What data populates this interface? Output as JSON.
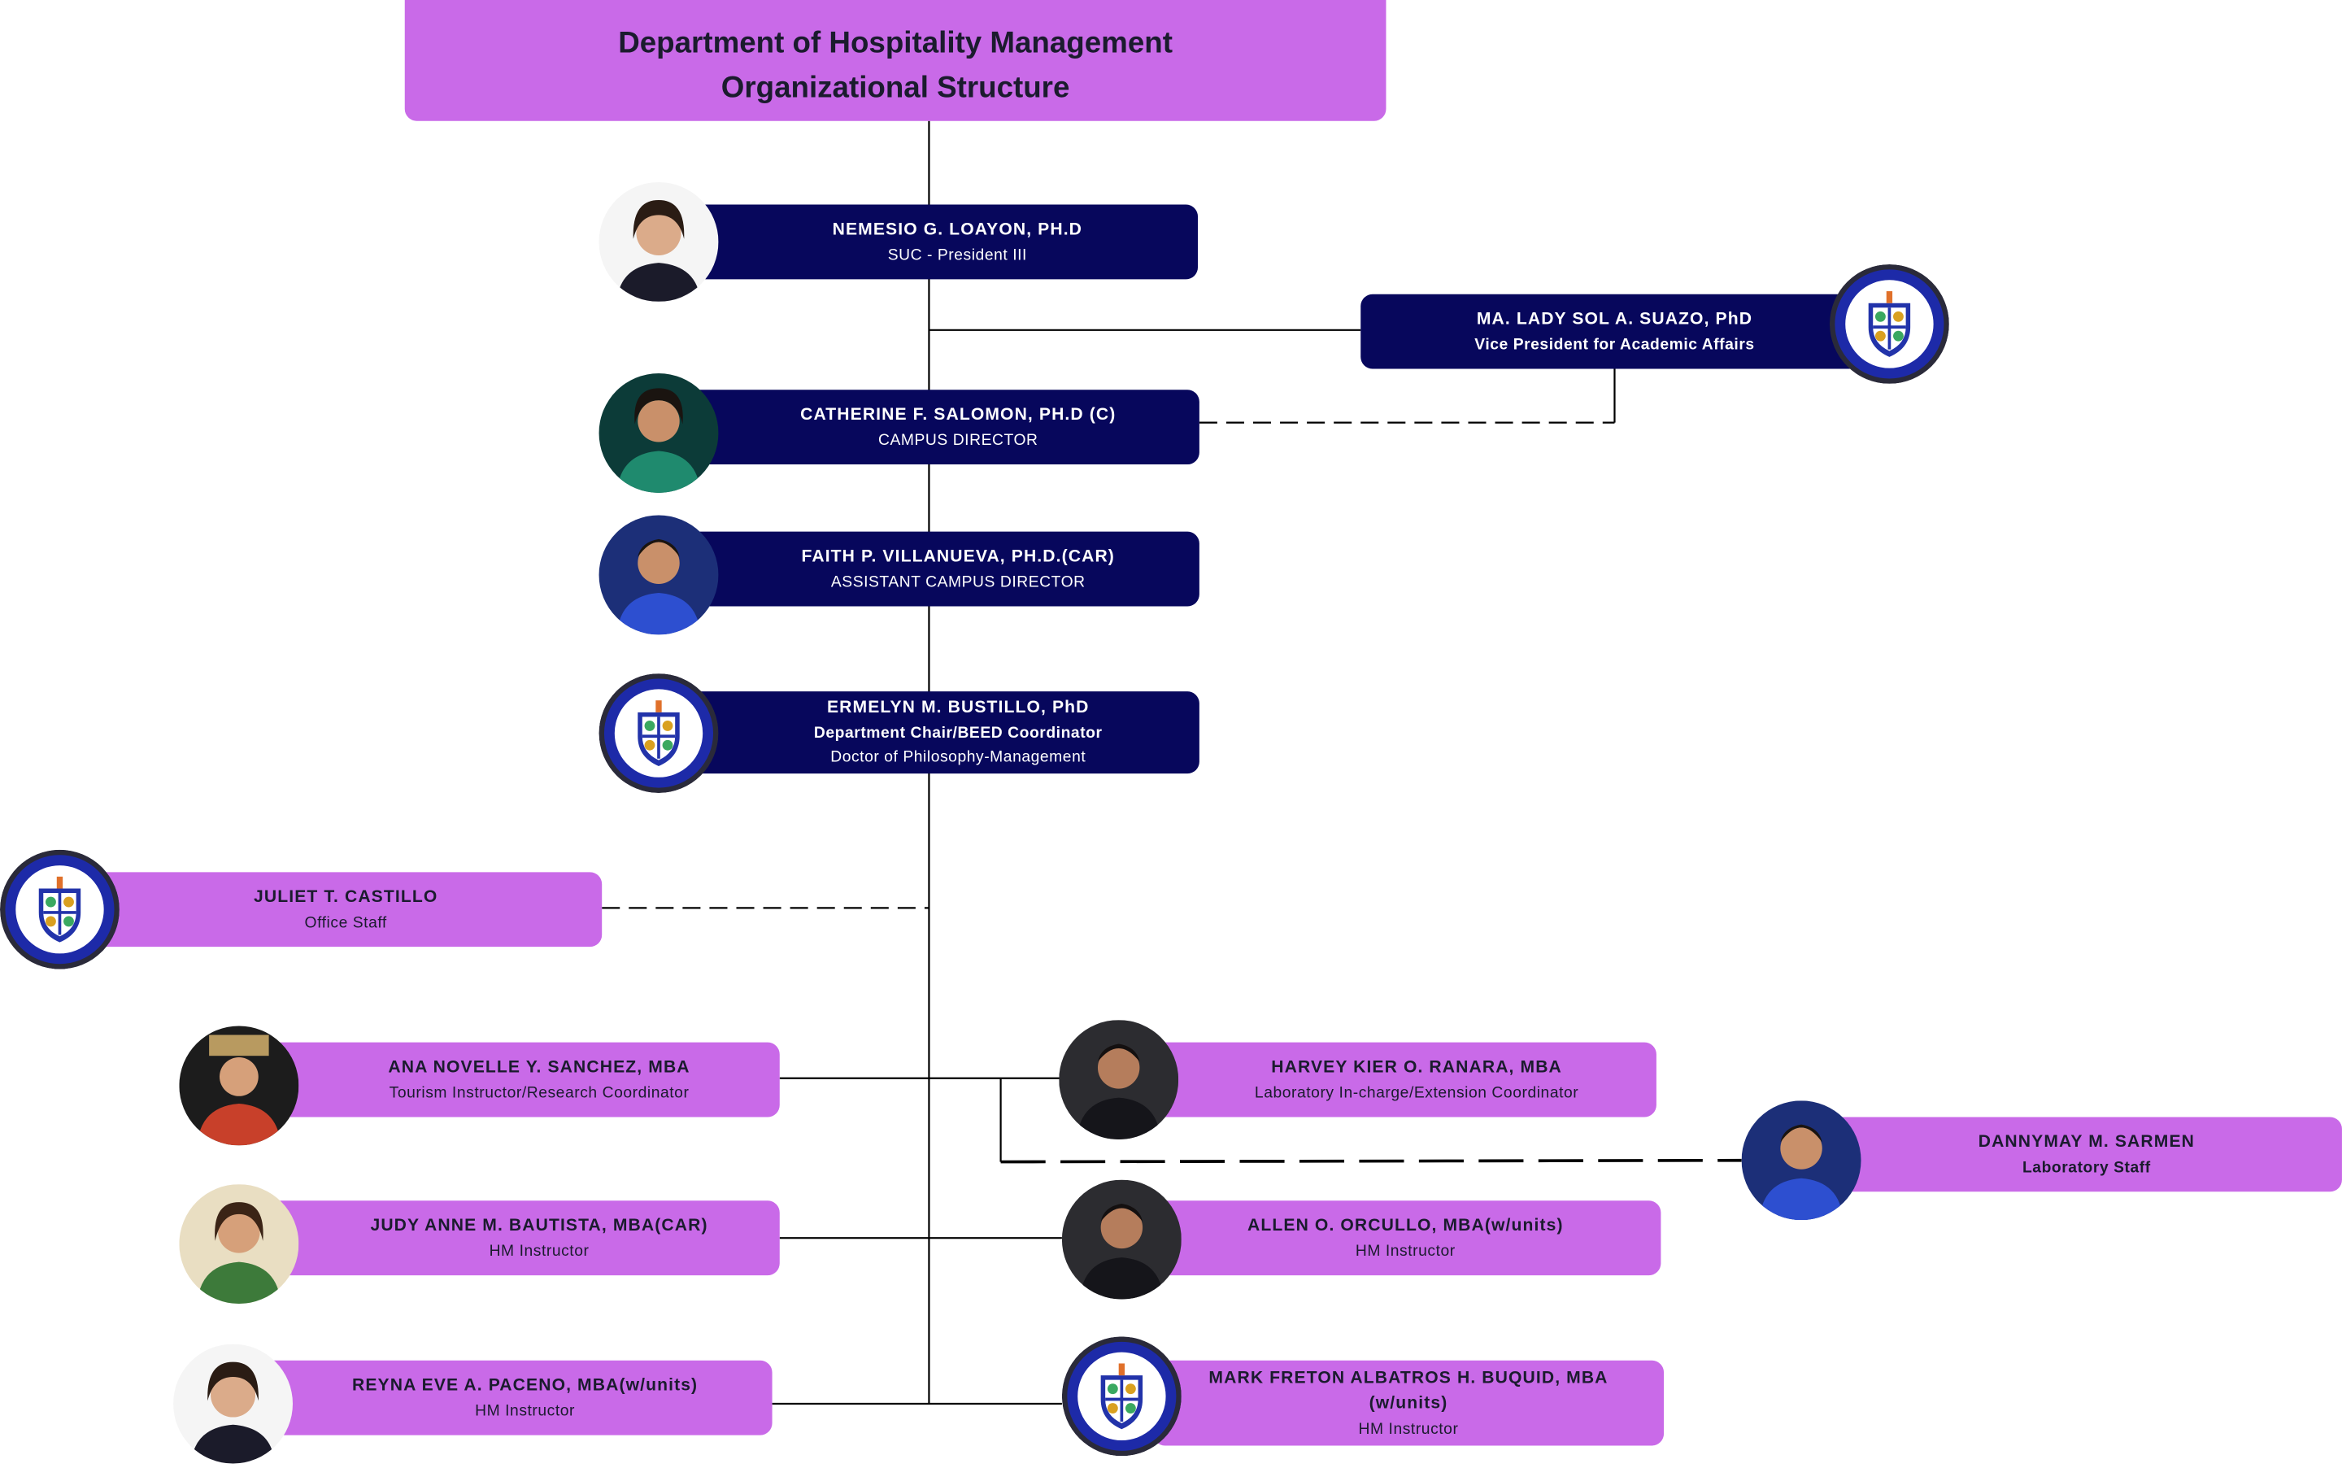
{
  "title": {
    "line1": "Department of Hospitality Management",
    "line2": "Organizational Structure"
  },
  "colors": {
    "navy": "#07075c",
    "purple": "#c96ae8",
    "line": "#000000"
  },
  "nodes": {
    "president": {
      "name": "NEMESIO G. LOAYON, PH.D",
      "role": "SUC - President III",
      "avatar": "portrait-photo"
    },
    "vpaa": {
      "name": "MA. LADY SOL A. SUAZO, PhD",
      "role": "Vice President for Academic Affairs",
      "avatar": "university-seal-icon"
    },
    "campus_director": {
      "name": "CATHERINE F. SALOMON, PH.D (C)",
      "role": "CAMPUS DIRECTOR",
      "avatar": "portrait-photo"
    },
    "asst_campus_director": {
      "name": "FAITH P. VILLANUEVA, PH.D.(CAR)",
      "role": "ASSISTANT CAMPUS DIRECTOR",
      "avatar": "portrait-photo"
    },
    "dept_chair": {
      "name": "ERMELYN M. BUSTILLO, PhD",
      "role": "Department Chair/BEED Coordinator",
      "role2": "Doctor of Philosophy-Management",
      "avatar": "university-seal-icon"
    },
    "office_staff": {
      "name": "JULIET T. CASTILLO",
      "role": "Office Staff",
      "avatar": "university-seal-icon"
    },
    "sanchez": {
      "name": "ANA NOVELLE Y. SANCHEZ, MBA",
      "role": "Tourism Instructor/Research Coordinator",
      "avatar": "portrait-photo"
    },
    "ranara": {
      "name": "HARVEY KIER O. RANARA, MBA",
      "role": "Laboratory In-charge/Extension Coordinator",
      "avatar": "portrait-photo"
    },
    "sarmen": {
      "name": "DANNYMAY M. SARMEN",
      "role": "Laboratory Staff",
      "avatar": "portrait-photo"
    },
    "bautista": {
      "name": "JUDY ANNE M. BAUTISTA, MBA(CAR)",
      "role": "HM Instructor",
      "avatar": "portrait-photo"
    },
    "orcullo": {
      "name": "ALLEN O. ORCULLO, MBA(w/units)",
      "role": "HM Instructor",
      "avatar": "portrait-photo"
    },
    "paceno": {
      "name": "REYNA EVE A. PACENO, MBA(w/units)",
      "role": "HM Instructor",
      "avatar": "portrait-photo"
    },
    "buquid": {
      "name": "MARK FRETON ALBATROS H. BUQUID, MBA",
      "name2": "(w/units)",
      "role": "HM Instructor",
      "avatar": "university-seal-icon"
    }
  }
}
